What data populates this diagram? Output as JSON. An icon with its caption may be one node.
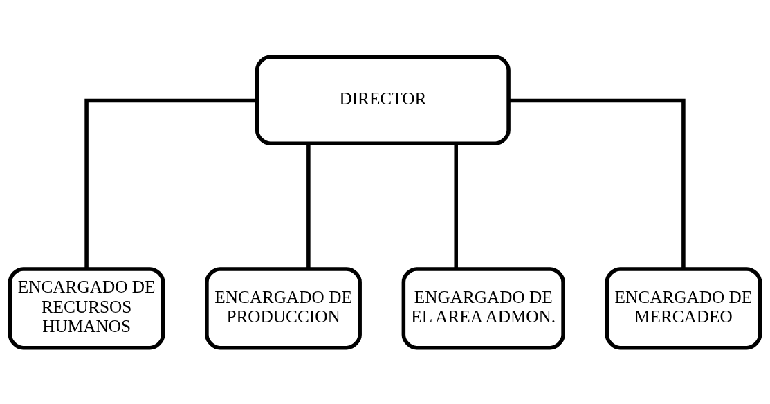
{
  "diagram": {
    "nodes": [
      {
        "text": [
          "DIRECTOR"
        ]
      },
      {
        "text": [
          "ENCARGADO DE RECURSOS HUMANOS"
        ]
      },
      {
        "text": [
          "ENCARGADO DE PRODUCCION"
        ]
      },
      {
        "text": [
          "ENGARGADO DE EL AREA ADMON."
        ]
      },
      {
        "text": [
          "ENCARGADO DE MERCADEO"
        ]
      }
    ],
    "edges": [
      {
        "from": 0,
        "to": 1,
        "arrow": "none"
      },
      {
        "from": 0,
        "to": 2,
        "arrow": "none"
      },
      {
        "from": 0,
        "to": 3,
        "arrow": "none"
      },
      {
        "from": 0,
        "to": 4,
        "arrow": "none"
      }
    ]
  }
}
